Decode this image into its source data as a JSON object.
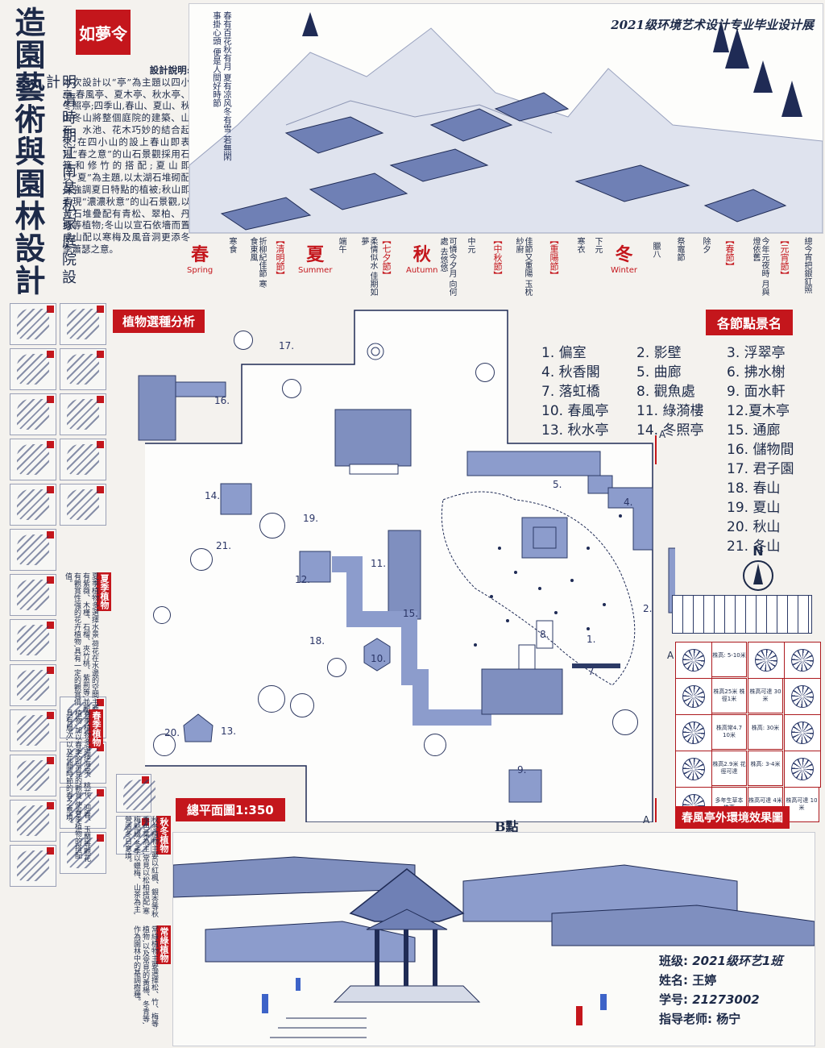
{
  "header": {
    "exhibition": "2021级环境艺术设计专业毕业设计展",
    "main_title": "造園藝術與園林設計",
    "subtitle": "明清時期江南某私家庭院設計",
    "logo_text": "如夢令",
    "poem": "春有百花秋有月 夏有凉风冬有雪 若無閑事掛心頭 便是人間好時節"
  },
  "description": {
    "heading": "設計說明:",
    "body": "本次設計以“亭”為主題以四小亭,春風亭、夏木亭、秋水亭、冬照亭;四季山,春山、夏山、秋山冬山將整個庭院的建築、山石、水池、花木巧妙的結合起來;在四小山的設上春山即表現“春之意”的山石景觀採用石筍和修竹的搭配;夏山即以“夏”為主題,以太湖石堆砌配以強調夏日特點的植被;秋山即表現“濃濃秋意”的山石景觀,以黃石堆疊配有青松、翠柏、丹楓等植物;冬山以宣石依墻而置成山配以寒梅及風音洞更添冬季蕭瑟之意。"
  },
  "seasons": [
    {
      "zh": "春",
      "en": "Spring"
    },
    {
      "zh": "夏",
      "en": "Summer"
    },
    {
      "zh": "秋",
      "en": "Autumn"
    },
    {
      "zh": "冬",
      "en": "Winter"
    }
  ],
  "festivals": {
    "f1": "寒食",
    "f2": "【清明節】",
    "f3": "折柳紀佳節 寒食東風",
    "f4": "端午",
    "f5": "【七夕節】",
    "f6": "柔情似水 佳期如夢",
    "f7": "可憐今夕月 向何處 去悠悠",
    "f8": "中元",
    "f9": "【中秋節】",
    "f10": "佳節又重陽 玉枕紗廚",
    "f11": "【重陽節】",
    "f12": "寒衣",
    "f13": "下元",
    "f14": "臘八",
    "f15": "祭竈節",
    "f16": "除夕",
    "f17": "【春節】",
    "f18": "今年元夜時 月與燈依舊",
    "f19": "【元宵節】",
    "f20": "總今宵把銀釭照"
  },
  "sections": {
    "plant_analysis": "植物選種分析",
    "scenic_names": "各節點景名",
    "plan_scale": "總平面圖1:350",
    "pavilion_effect": "春風亭外環境效果圖",
    "point_b": "B點",
    "section_a": "A",
    "north": "N",
    "summer_plants": "夏季植物",
    "spring_plants": "春季植物",
    "autumn_winter_plants": "秋冬植物",
    "evergreen_plants": "常綠植物"
  },
  "plant_notes": {
    "summer": "夏季植物多選擇水景,荷花在水邊的空間主要有紫薇、木槿、石榴、夾竹桃、紫荊等,並配有觀賞性強的花卉植物,具有一定的觀賞價值。",
    "spring": "春季植物多選擇海棠、桃花、迎春、玉蘭等觀花植物,加以春季的常見的觀賞,使春季植物的搭配具有層次,以及花開時節的春之意境。",
    "autumn_winter": "秋冬植物主要以紅楓、銀杏等秋季色葉為主,常見以松柏搭配,寒梅點綴,冬季以蠟梅、山茶為主,營造冬日意境。",
    "evergreen": "常綠植物主要選擇松、竹、梅等植物,以及常見的黃楊、冬青等,作為園林中的基調樹種。"
  },
  "scenic_list": [
    "1. 偏室",
    "2. 影壁",
    "3. 浮翠亭",
    "4. 秋香閣",
    "5. 曲廊",
    "6. 拂水榭",
    "7. 落虹橋",
    "8. 觀魚處",
    "9. 面水軒",
    "10. 春風亭",
    "11. 綠漪樓",
    "12.夏木亭",
    "13. 秋水亭",
    "14. 冬照亭",
    "15. 通廊",
    "16. 儲物間",
    "17. 君子園",
    "18. 春山",
    "19. 夏山",
    "20. 秋山",
    "21. 冬山"
  ],
  "plan_numbers": [
    "1.",
    "2.",
    "4.",
    "5.",
    "7.",
    "8.",
    "9.",
    "10.",
    "11.",
    "12.",
    "13.",
    "14.",
    "15.",
    "16.",
    "17.",
    "18.",
    "19.",
    "20.",
    "21."
  ],
  "plant_grid_texts": [
    "株高: 5-10米",
    "株高25米 株徑1米",
    "株高可達 30米",
    "株高常4.7 10米",
    "株高: 30米",
    "株高2.9米 花徑可達",
    "株高: 3-4米",
    "株高可達 4米",
    "多年生草本 株高",
    "株高可達 10米"
  ],
  "student": {
    "class_label": "班级:",
    "class_value": "2021级环艺1班",
    "name_label": "姓名:",
    "name_value": "王婷",
    "id_label": "学号:",
    "id_value": "21273002",
    "teacher_label": "指导老师:",
    "teacher_value": "杨宁"
  },
  "colors": {
    "accent_red": "#c4161c",
    "ink_blue": "#1d2a48",
    "roof_blue": "#7f8fbf"
  }
}
